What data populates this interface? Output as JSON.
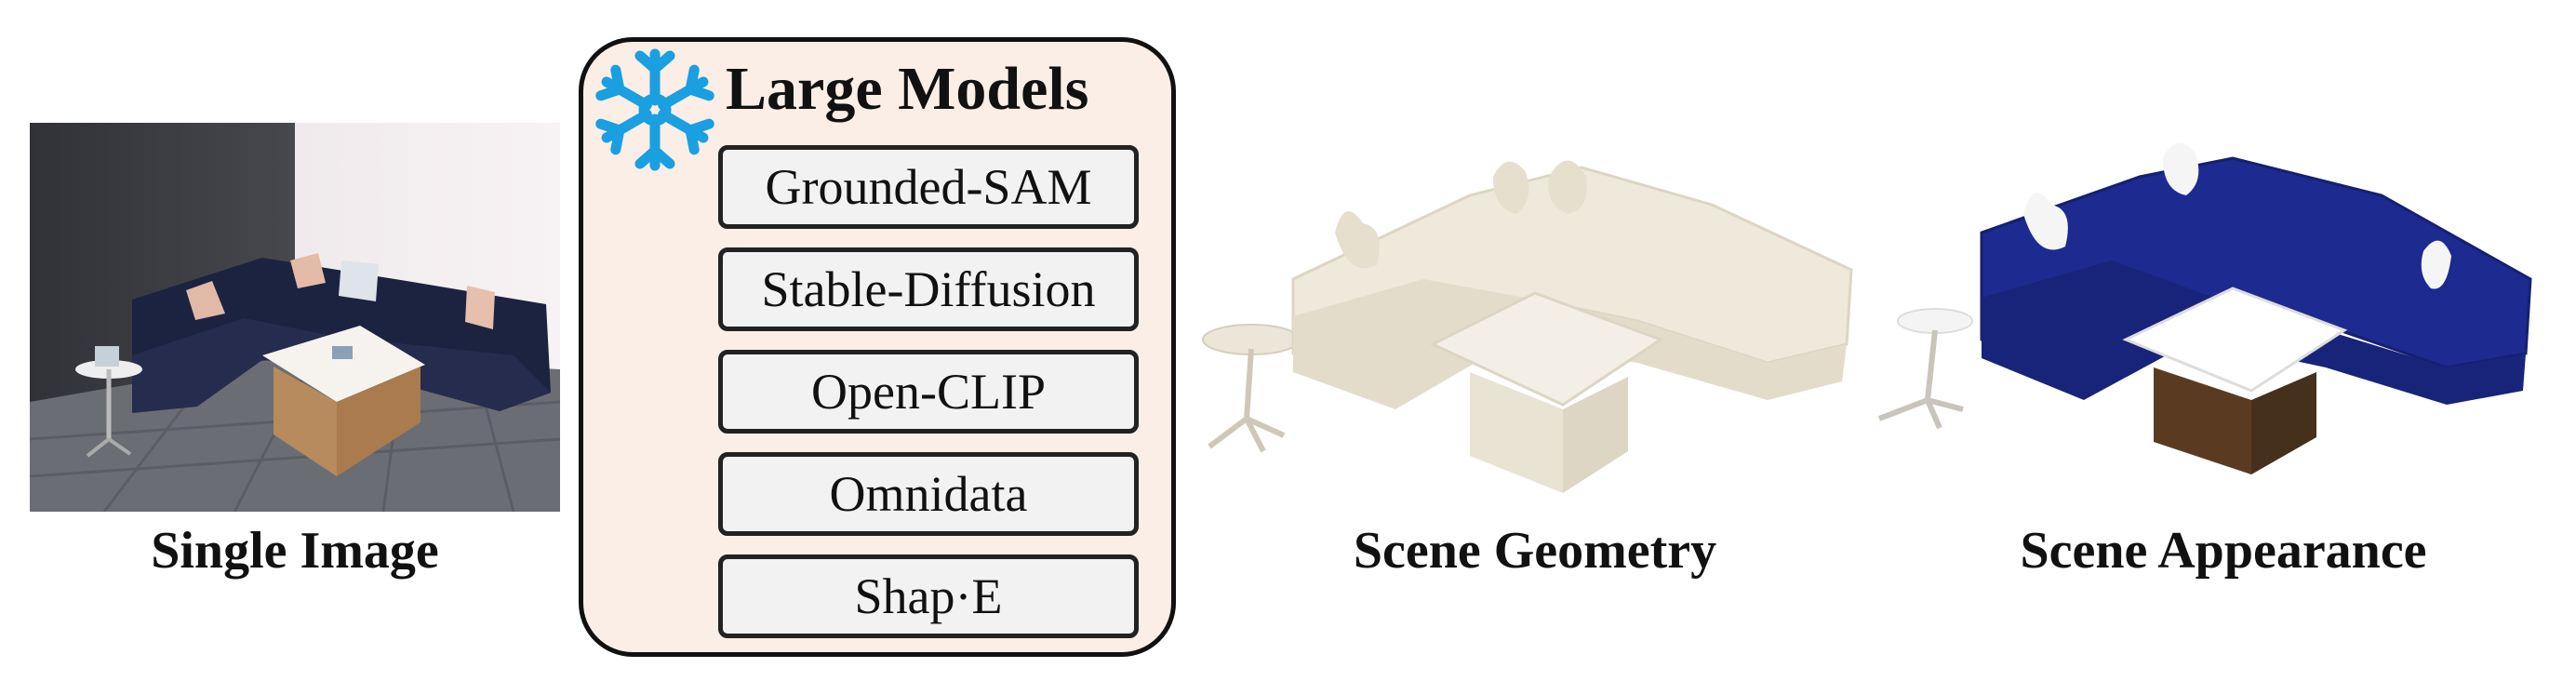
{
  "input": {
    "caption": "Single Image"
  },
  "models": {
    "title": "Large Models",
    "items": [
      {
        "label": "Grounded-SAM"
      },
      {
        "label": "Stable-Diffusion"
      },
      {
        "label": "Open-CLIP"
      },
      {
        "label": "Omnidata"
      },
      {
        "label": "Shap·E"
      }
    ],
    "snowflake_color": "#1a9fe0"
  },
  "outputs": {
    "geometry_caption": "Scene Geometry",
    "appearance_caption": "Scene Appearance"
  },
  "colors": {
    "box_fill": "#fbeee6",
    "geometry_mesh": "#efe9dc",
    "sofa_blue": "#1d2a8f",
    "table_wood": "#5a3b22"
  }
}
